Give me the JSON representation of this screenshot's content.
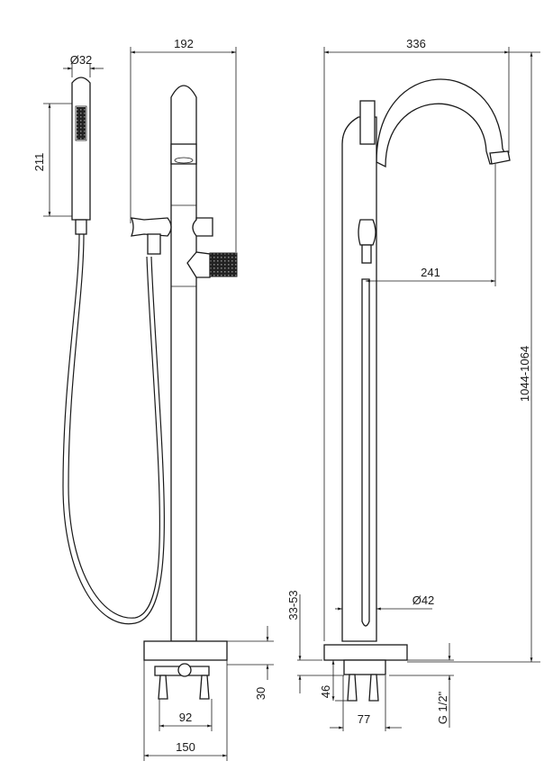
{
  "drawing": {
    "dimensions": {
      "hand_shower_diameter": "Ø32",
      "hand_shower_length": "211",
      "shower_arm_width": "192",
      "base_height_left": "30",
      "leg_spacing": "92",
      "base_diameter": "150",
      "total_reach": "336",
      "spout_reach": "241",
      "total_height": "1044-1064",
      "column_diameter": "Ø42",
      "adjustment": "33-53",
      "connector_height": "46",
      "connector_width": "77",
      "thread": "G 1/2\""
    }
  }
}
